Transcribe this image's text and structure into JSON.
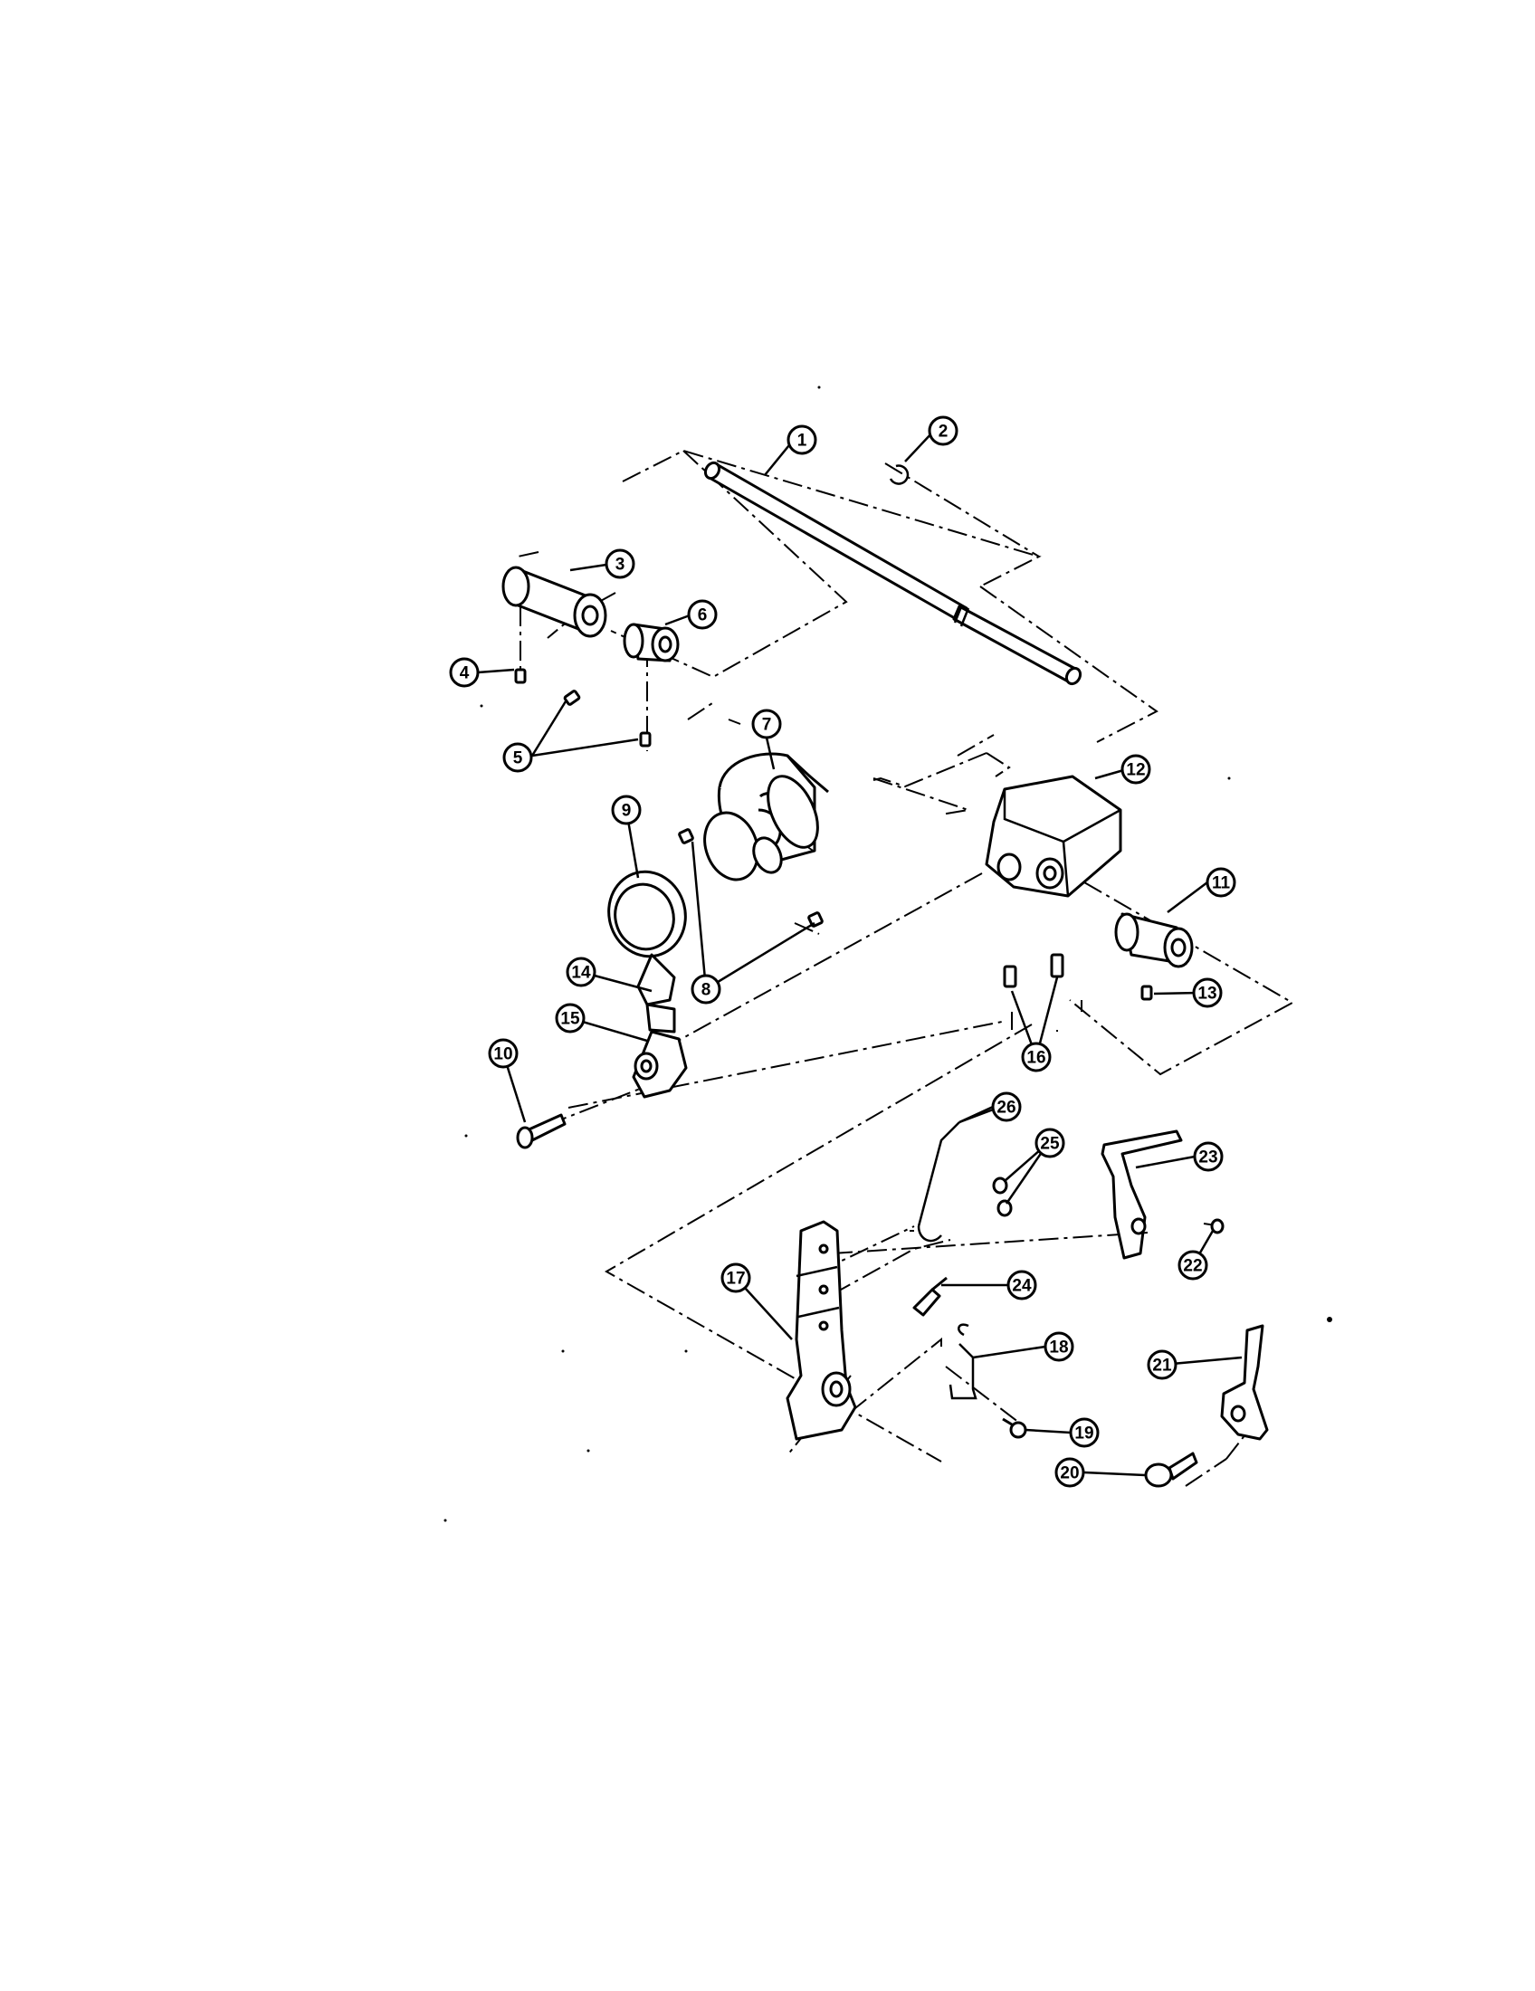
{
  "diagram": {
    "type": "exploded-parts-view",
    "callouts": [
      {
        "id": "c1",
        "label": "1"
      },
      {
        "id": "c2",
        "label": "2"
      },
      {
        "id": "c3",
        "label": "3"
      },
      {
        "id": "c4",
        "label": "4"
      },
      {
        "id": "c5",
        "label": "5"
      },
      {
        "id": "c6",
        "label": "6"
      },
      {
        "id": "c7",
        "label": "7"
      },
      {
        "id": "c8",
        "label": "8"
      },
      {
        "id": "c9",
        "label": "9"
      },
      {
        "id": "c10",
        "label": "10"
      },
      {
        "id": "c11",
        "label": "11"
      },
      {
        "id": "c12",
        "label": "12"
      },
      {
        "id": "c13",
        "label": "13"
      },
      {
        "id": "c14",
        "label": "14"
      },
      {
        "id": "c15",
        "label": "15"
      },
      {
        "id": "c16",
        "label": "16"
      },
      {
        "id": "c17",
        "label": "17"
      },
      {
        "id": "c18",
        "label": "18"
      },
      {
        "id": "c19",
        "label": "19"
      },
      {
        "id": "c20",
        "label": "20"
      },
      {
        "id": "c21",
        "label": "21"
      },
      {
        "id": "c22",
        "label": "22"
      },
      {
        "id": "c23",
        "label": "23"
      },
      {
        "id": "c24",
        "label": "24"
      },
      {
        "id": "c25",
        "label": "25"
      },
      {
        "id": "c26",
        "label": "26"
      }
    ]
  }
}
